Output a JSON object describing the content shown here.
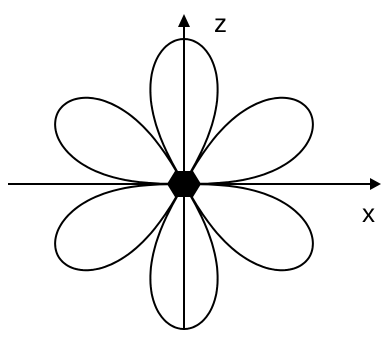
{
  "diagram": {
    "axis_labels": {
      "vertical": "z",
      "horizontal": "x"
    },
    "lobes": {
      "count": 6,
      "angles_deg": [
        30,
        90,
        150,
        210,
        270,
        330
      ]
    },
    "center_marker": {
      "shape": "hexagon"
    },
    "colors": {
      "stroke": "#000000",
      "fill_center": "#000000",
      "background": "#ffffff"
    },
    "icons": {
      "z_axis_arrow": "arrow-up-icon",
      "x_axis_arrow": "arrow-right-icon"
    }
  }
}
